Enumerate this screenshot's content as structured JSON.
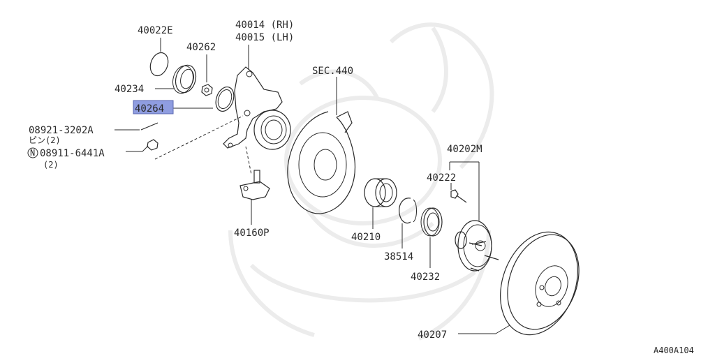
{
  "colors": {
    "line": "#2a2a2a",
    "highlight": "#8f9de0",
    "watermark": "#ececec",
    "background": "#ffffff"
  },
  "labels": {
    "p40022E": "40022E",
    "p40262": "40262",
    "p40014": "40014 (RH)",
    "p40015": "40015 (LH)",
    "p40234": "40234",
    "p40264": "40264",
    "p08921": "08921-3202A",
    "p08921_sub": "ピン(2)",
    "p08911_prefix": "N",
    "p08911": "08911-6441A",
    "p08911_sub": "(2)",
    "sec440": "SEC.440",
    "p40160P": "40160P",
    "p40210": "40210",
    "p38514": "38514",
    "p40232": "40232",
    "p40202M": "40202M",
    "p40222": "40222",
    "p40207": "40207",
    "diagram_code": "A400A104"
  }
}
